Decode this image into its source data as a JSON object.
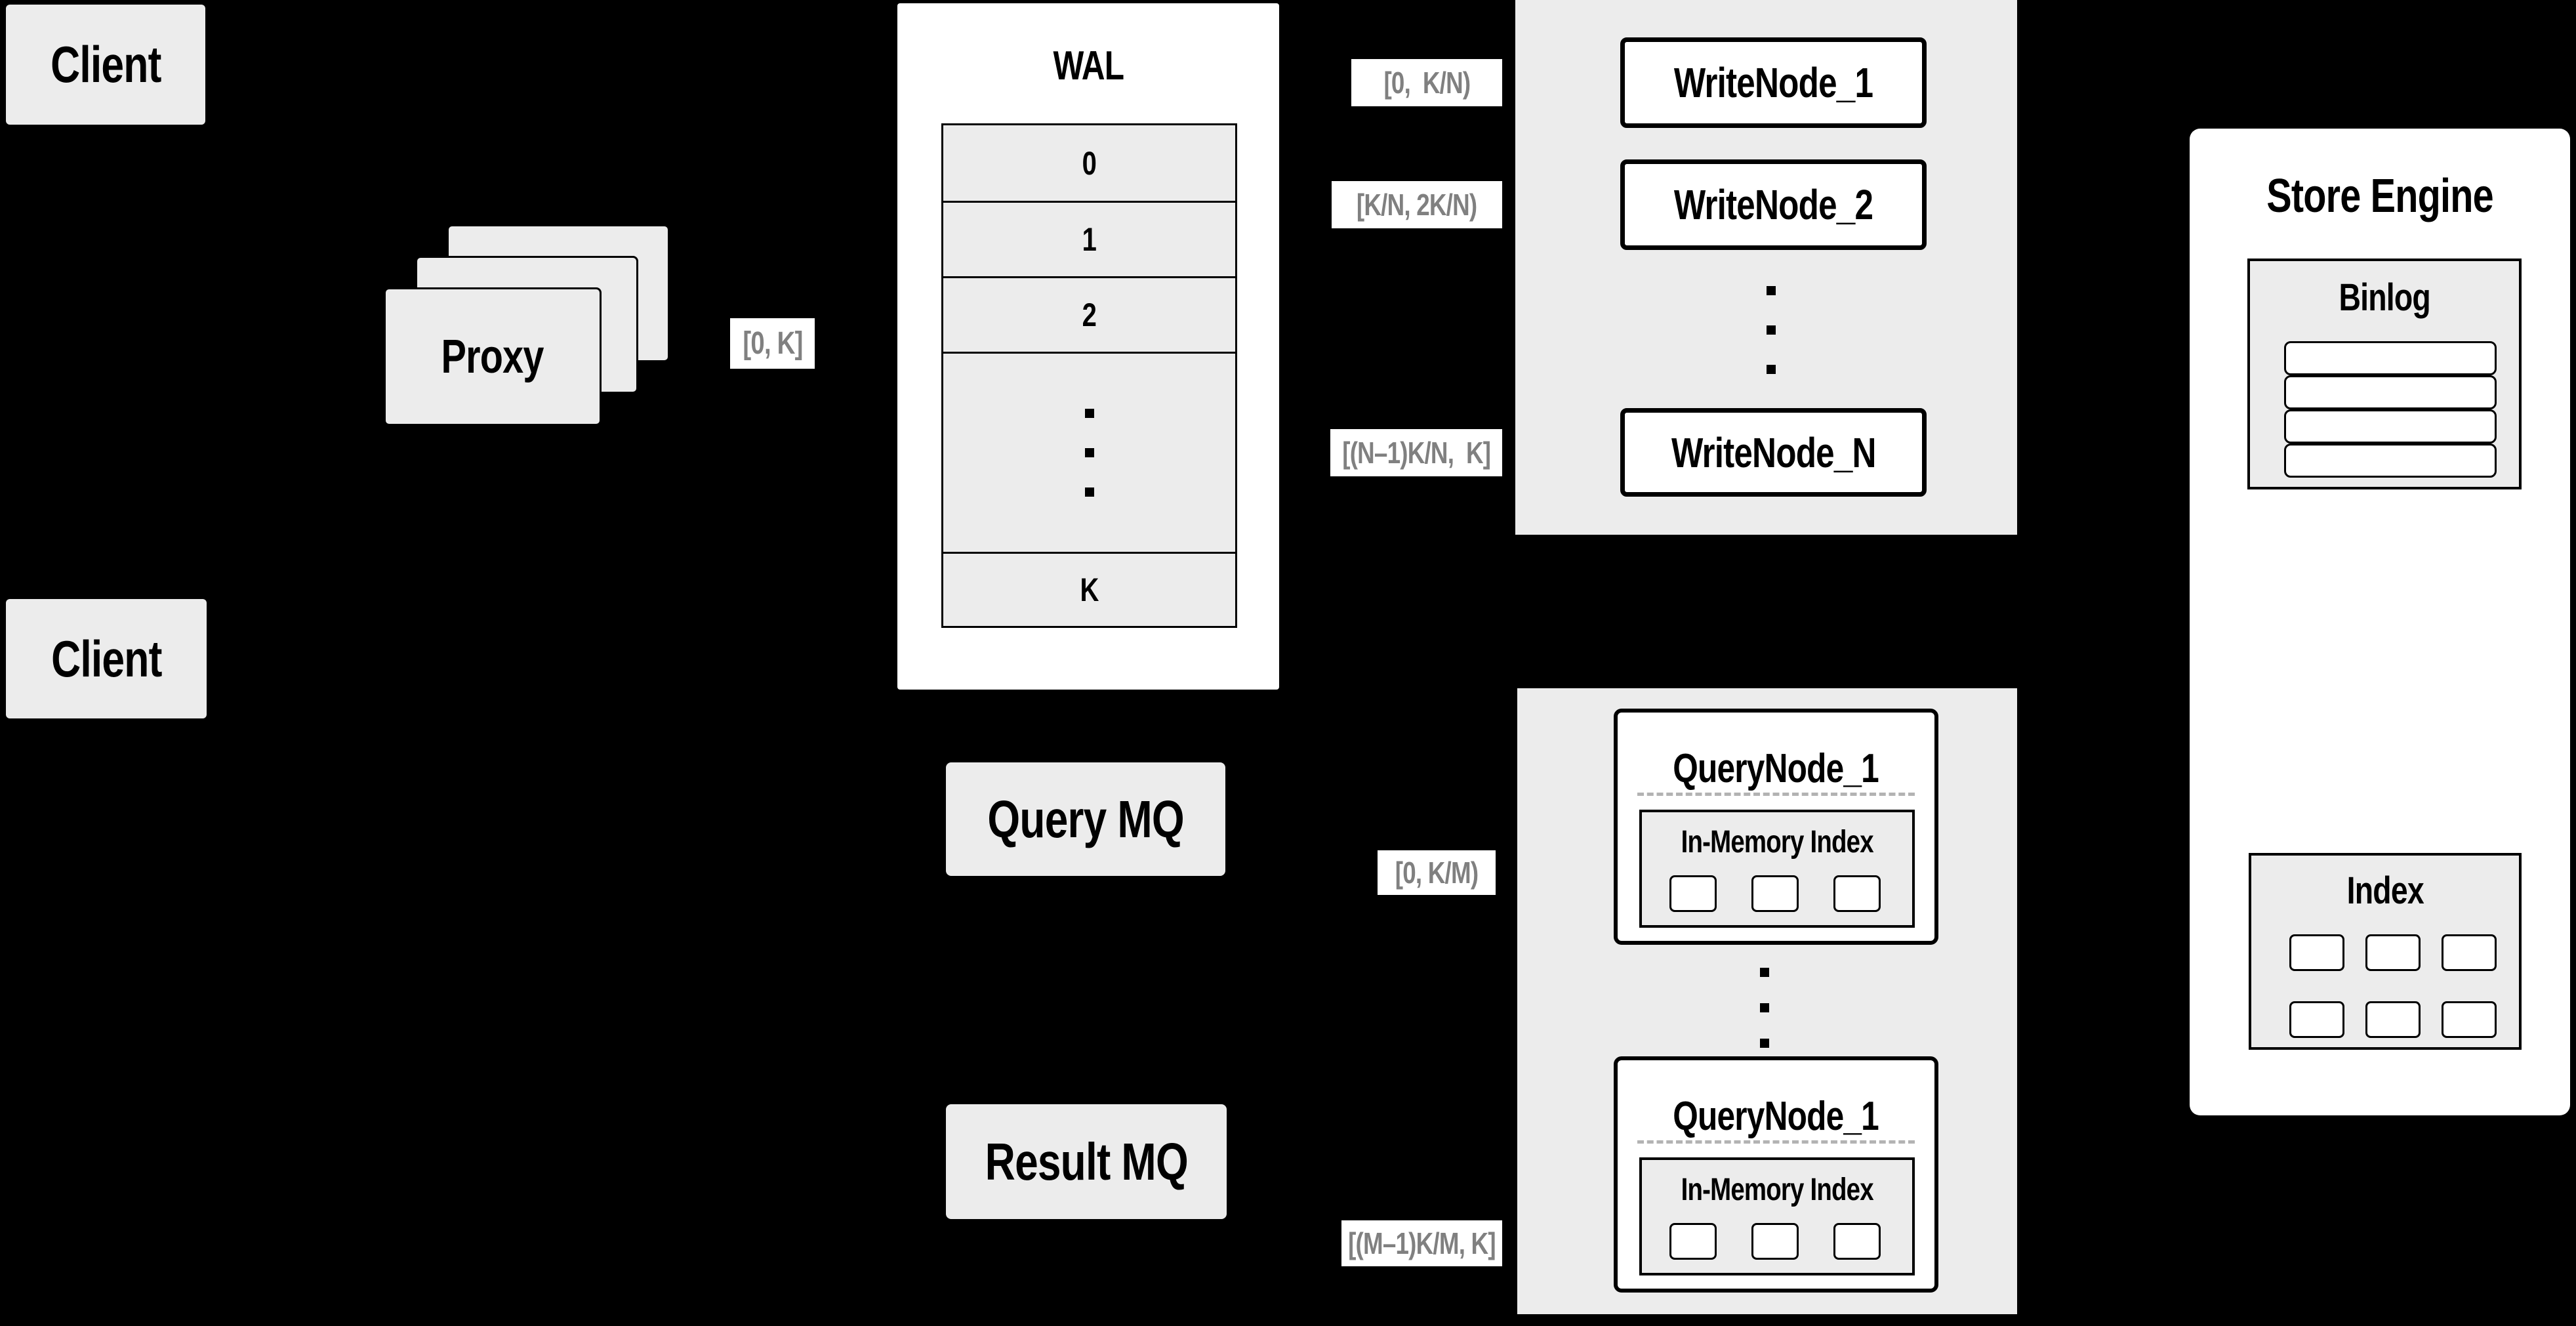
{
  "colors": {
    "background": "#000000",
    "panel_gray": "#ececec",
    "box_white": "#ffffff",
    "range_label_text": "#808080",
    "line_black": "#000000",
    "dashed_divider": "#b3b3b3"
  },
  "clients": {
    "top": "Client",
    "bottom": "Client"
  },
  "proxy": {
    "label": "Proxy",
    "range_label": "[0, K]"
  },
  "wal": {
    "title": "WAL",
    "rows": [
      "0",
      "1",
      "2",
      "K"
    ]
  },
  "write_group": {
    "nodes": [
      {
        "range": "[0,  K/N)",
        "name": "WriteNode_1"
      },
      {
        "range": "[K/N, 2K/N)",
        "name": "WriteNode_2"
      },
      {
        "range": "[(N–1)K/N,  K]",
        "name": "WriteNode_N"
      }
    ]
  },
  "mq": {
    "query": "Query MQ",
    "result": "Result MQ"
  },
  "query_group": {
    "nodes": [
      {
        "range": "[0, K/M)",
        "name": "QueryNode_1",
        "index_title": "In-Memory Index"
      },
      {
        "range": "[(M–1)K/M, K]",
        "name": "QueryNode_1",
        "index_title": "In-Memory Index"
      }
    ]
  },
  "store_engine": {
    "title": "Store Engine",
    "binlog_title": "Binlog",
    "index_title": "Index"
  }
}
